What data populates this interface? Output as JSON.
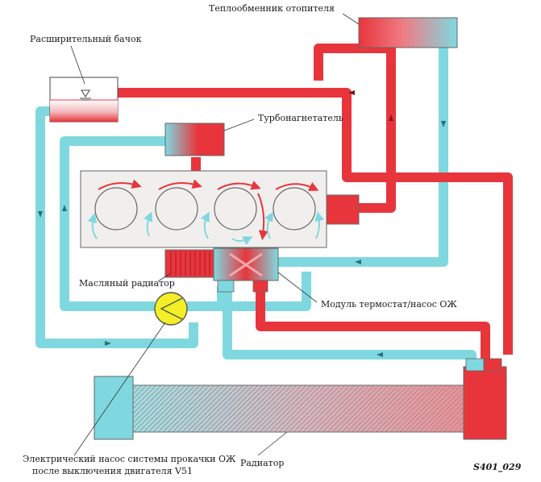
{
  "labels": {
    "heater_core": "Теплообменник отопителя",
    "expansion_tank": "Расширительный бачок",
    "turbocharger": "Турбонагнетатель",
    "oil_cooler": "Масляный радиатор",
    "thermostat_pump": "Модуль термостат/насос ОЖ",
    "electric_pump_line1": "Электрический насос системы прокачки ОЖ",
    "electric_pump_line2": "после выключения двигателя V51",
    "radiator": "Радиатор",
    "figure_code": "S401_029"
  },
  "colors": {
    "hot": "#e8353c",
    "cold": "#7fd8e0",
    "engine_block": "#f1efee",
    "pump": "#f2ee27",
    "outline": "#555555"
  }
}
